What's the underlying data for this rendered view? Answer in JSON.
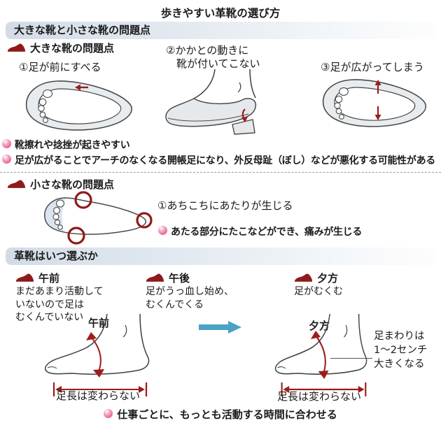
{
  "title": "歩きやすい革靴の選び方",
  "icons": {
    "section_marker": "shoe-icon",
    "note_marker": "pink-ball-icon",
    "transition": "right-arrow-icon"
  },
  "section_problems": {
    "header": "大きな靴と小さな靴の問題点",
    "big": {
      "title": "大きな靴の問題点",
      "item1": "①足が前にすべる",
      "item2": "②かかとの動きに\n　靴が付いてこない",
      "item3": "③足が広がってしまう",
      "note1": "靴擦れや捻挫が起きやすい",
      "note2": "足が広がることでアーチのなくなる開帳足になり、外反母趾（ぼし）などが悪化する可能性がある"
    },
    "small": {
      "title": "小さな靴の問題点",
      "item1": "①あちこちにあたりが生じる",
      "note1": "あたる部分にたこなどができ、痛みが生じる"
    }
  },
  "section_timing": {
    "header": "革靴はいつ選ぶか",
    "times": [
      {
        "label": "午前",
        "desc": "まだあまり活動して\nいないので足は\nむくんでいない"
      },
      {
        "label": "午後",
        "desc": "足がうっ血し始め、\nむくんでくる"
      },
      {
        "label": "夕方",
        "desc": "足がむくむ"
      }
    ],
    "diagram": {
      "morning_label": "午前",
      "evening_label": "夕方",
      "length_note_morning": "足長は変わらない",
      "length_note_evening": "足長は変わらない",
      "girth_note": "足まわりは\n1～2センチ\n大きくなる"
    },
    "conclusion": "仕事ごとに、もっとも活動する時間に合わせる"
  },
  "colors": {
    "accent_red": "#8e1b1b",
    "arrow_red": "#9c1c1c",
    "bullet_pink": "#e5679c",
    "header_bg": "#d3dce6",
    "arrow_blue": "#4aa2c4"
  }
}
